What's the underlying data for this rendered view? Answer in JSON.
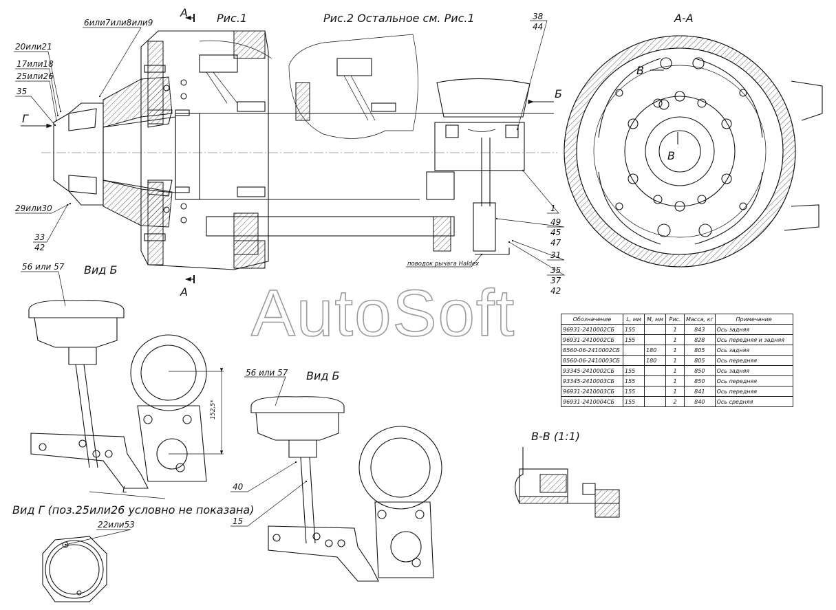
{
  "titles": {
    "fig1": "Рис.1",
    "fig2": "Рис.2 Остальное см. Рис.1",
    "section_aa": "А-А",
    "view_b_left": "Вид Б",
    "view_b_right": "Вид Б",
    "view_g": "Вид Г (поз.25или26 условно не показана)",
    "section_vv": "В-В (1:1)"
  },
  "section_marks": {
    "a_top": "А",
    "a_bottom": "А",
    "b": "Б",
    "g": "Г",
    "v1": "В",
    "v2": "В"
  },
  "callouts": {
    "c_6_9": "6или7или8или9",
    "c_20_21": "20или21",
    "c_17_18": "17или18",
    "c_25_26": "25или26",
    "c_35_left": "35",
    "c_29_30": "29или30",
    "c_33": "33",
    "c_42_left": "42",
    "c_38": "38",
    "c_44": "44",
    "c_1": "1",
    "c_49": "49",
    "c_45": "45",
    "c_47": "47",
    "c_31": "31",
    "c_haldex": "поводок рычага Haldex",
    "c_35_right": "35",
    "c_37": "37",
    "c_42_right": "42",
    "c_56_57_left": "56 или 57",
    "c_56_57_right": "56 или 57",
    "c_40": "40",
    "c_15": "15",
    "c_22_53": "22или53",
    "dim_1525": "152,5*",
    "dim_l": "L"
  },
  "watermark": "AutoSoft",
  "table": {
    "headers": [
      "Обозначение",
      "L, мм",
      "M, мм",
      "Рис.",
      "Масса, кг",
      "Примечание"
    ],
    "rows": [
      [
        "96931-2410002СБ",
        "155",
        "",
        "1",
        "843",
        "Ось задняя"
      ],
      [
        "96931-2410002СБ",
        "155",
        "",
        "1",
        "828",
        "Ось передняя и задняя"
      ],
      [
        "8560-06-2410002СБ",
        "",
        "180",
        "1",
        "805",
        "Ось задняя"
      ],
      [
        "8560-06-2410003СБ",
        "",
        "180",
        "1",
        "805",
        "Ось передняя"
      ],
      [
        "93345-2410002СБ",
        "155",
        "",
        "1",
        "850",
        "Ось задняя"
      ],
      [
        "93345-2410003СБ",
        "155",
        "",
        "1",
        "850",
        "Ось передняя"
      ],
      [
        "96931-2410003СБ",
        "155",
        "",
        "1",
        "841",
        "Ось передняя"
      ],
      [
        "96931-2410004СБ",
        "155",
        "",
        "2",
        "840",
        "Ось средняя"
      ]
    ]
  }
}
